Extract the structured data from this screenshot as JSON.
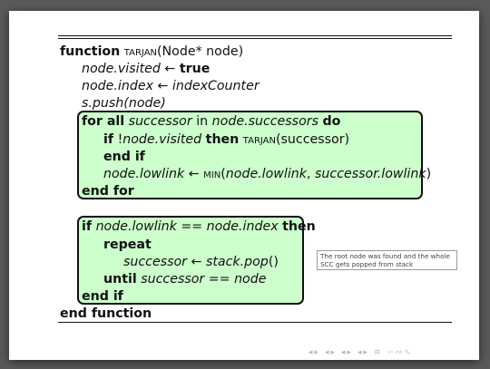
{
  "algorithm": {
    "func_kw": "function",
    "func_name": "tarjan",
    "func_params": "(Node* node)",
    "l2": {
      "a": "node.visited",
      "arrow": "←",
      "b": "true"
    },
    "l3": {
      "a": "node.index",
      "arrow": "←",
      "b": "indexCounter"
    },
    "l4": {
      "a": "s.push",
      "b": "(node)"
    },
    "l5": {
      "kw1": "for all",
      "a": "successor",
      "in": "in",
      "b": "node.successors",
      "kw2": "do"
    },
    "l6": {
      "kw1": "if",
      "a": "!",
      "b": "node.visited",
      "kw2": "then",
      "c": "tarjan",
      "d": "(successor)"
    },
    "l7": {
      "kw": "end if"
    },
    "l8": {
      "a": "node.lowlink",
      "arrow": "←",
      "fn": "min",
      "p1": "(",
      "b": "node.lowlink",
      "comma": ", ",
      "c": "successor.lowlink",
      "p2": ")"
    },
    "l9": {
      "kw": "end for"
    },
    "l10": {
      "kw1": "if",
      "a": "node.lowlink",
      "eq": "==",
      "b": "node.index",
      "kw2": "then"
    },
    "l11": {
      "kw": "repeat"
    },
    "l12": {
      "a": "successor",
      "arrow": "←",
      "b": "stack.pop",
      "c": "()"
    },
    "l13": {
      "kw": "until",
      "a": "successor",
      "eq": "==",
      "b": "node"
    },
    "l14": {
      "kw": "end if"
    },
    "l15": {
      "kw": "end function"
    }
  },
  "note": "The root node was found and the whole SCC gets popped from stack",
  "nav": {
    "prev_frame": "◂",
    "next_frame": "▸",
    "prev_sub": "◂",
    "next_sub": "▸",
    "prev_sec": "◂",
    "next_sec": "▸",
    "prev_subsec": "◂",
    "next_subsec": "▸",
    "align": "≡",
    "search": "∽∾∿"
  },
  "colors": {
    "highlight_box": "#ccffcc",
    "slide_bg": "#ffffff",
    "outer_bg": "#5a5a5a"
  }
}
